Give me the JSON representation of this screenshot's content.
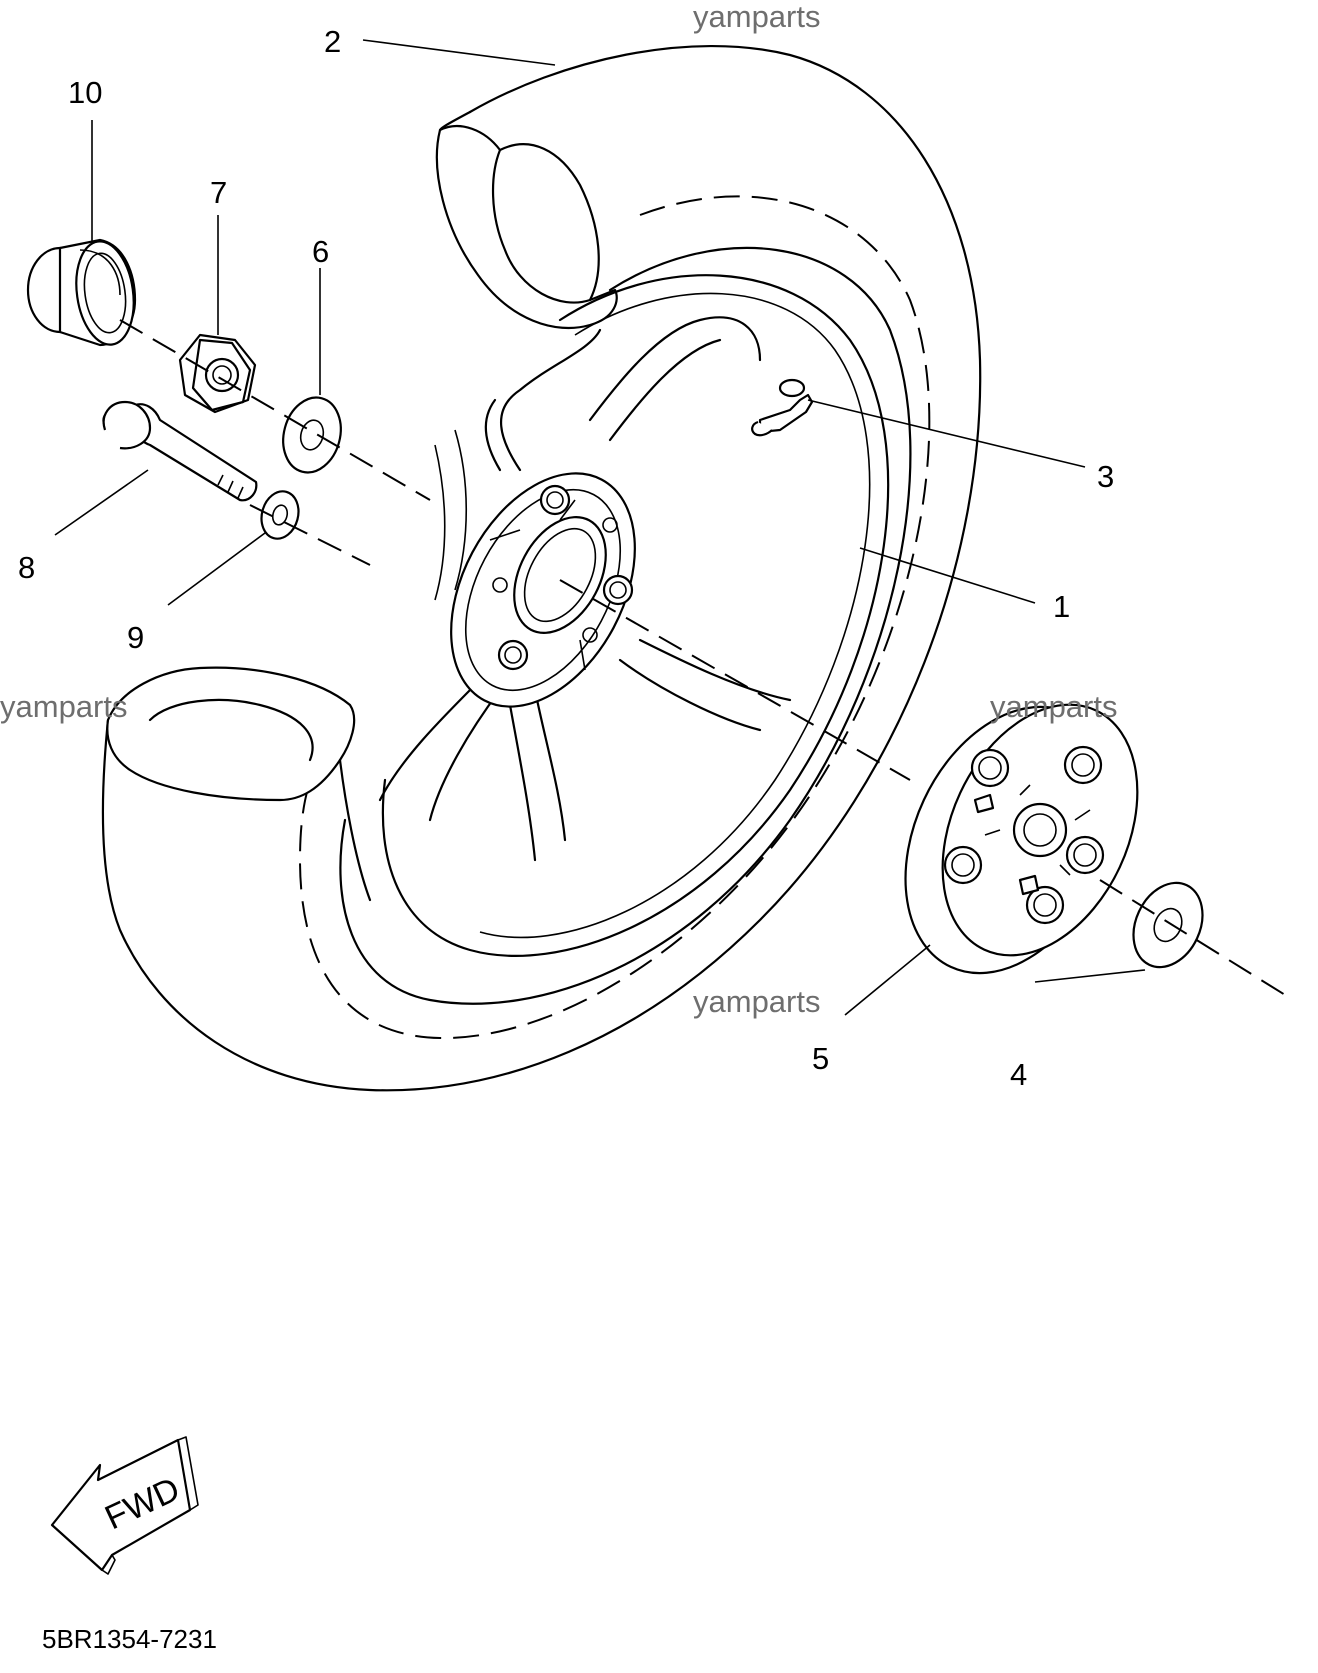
{
  "diagram": {
    "code": "5BR1354-7231",
    "direction_label": "FWD",
    "watermark": "yamparts",
    "callouts": [
      "1",
      "2",
      "3",
      "4",
      "5",
      "6",
      "7",
      "8",
      "9",
      "10"
    ],
    "parts": [
      {
        "ref": "1",
        "part": "wheel-rim"
      },
      {
        "ref": "2",
        "part": "tire"
      },
      {
        "ref": "3",
        "part": "valve"
      },
      {
        "ref": "4",
        "part": "washer"
      },
      {
        "ref": "5",
        "part": "clutch-hub"
      },
      {
        "ref": "6",
        "part": "washer"
      },
      {
        "ref": "7",
        "part": "nut"
      },
      {
        "ref": "8",
        "part": "bolt"
      },
      {
        "ref": "9",
        "part": "washer"
      },
      {
        "ref": "10",
        "part": "collar"
      }
    ]
  }
}
